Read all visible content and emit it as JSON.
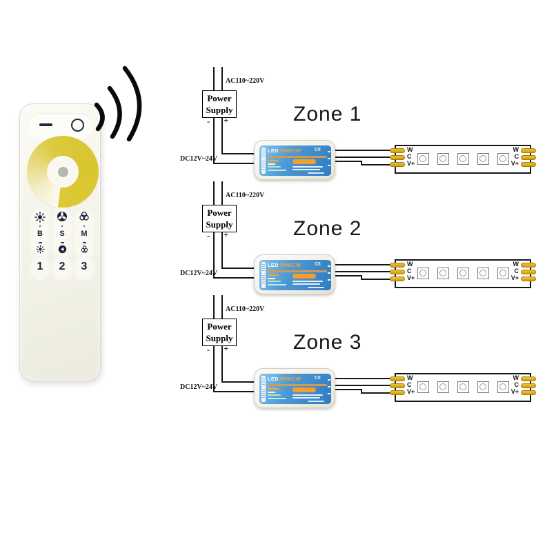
{
  "colors": {
    "ring_yellow": "#DCC93A",
    "controller_blue": "#3A88C8",
    "accent_orange": "#F49F2C",
    "pad_gold": "#D9A51C",
    "wire_black": "#151515"
  },
  "remote": {
    "letters": [
      "B",
      "S",
      "M"
    ],
    "numbers": [
      "1",
      "2",
      "3"
    ]
  },
  "controller_label": {
    "brand": "LED",
    "model": "WW/CW",
    "cert": "C€"
  },
  "zones": [
    {
      "label": "Zone 1",
      "ac": "AC110~220V",
      "dc": "DC12V~24V",
      "ps_line1": "Power",
      "ps_line2": "Supply",
      "minus": "-",
      "plus": "+",
      "terminals": [
        "W",
        "C",
        "V+"
      ]
    },
    {
      "label": "Zone 2",
      "ac": "AC110~220V",
      "dc": "DC12V~24V",
      "ps_line1": "Power",
      "ps_line2": "Supply",
      "minus": "-",
      "plus": "+",
      "terminals": [
        "W",
        "C",
        "V+"
      ]
    },
    {
      "label": "Zone 3",
      "ac": "AC110~220V",
      "dc": "DC12V~24V",
      "ps_line1": "Power",
      "ps_line2": "Supply",
      "minus": "-",
      "plus": "+",
      "terminals": [
        "W",
        "C",
        "V+"
      ]
    }
  ]
}
